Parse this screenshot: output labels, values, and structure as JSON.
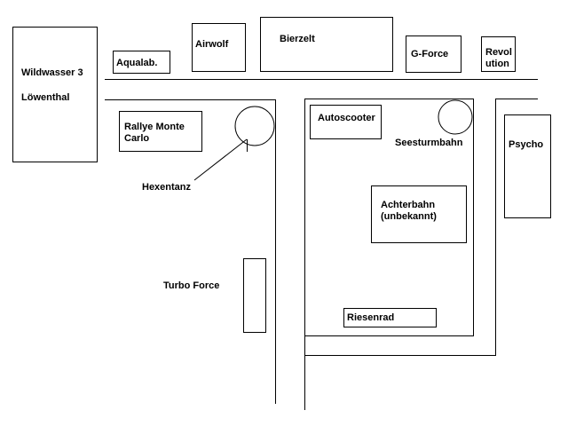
{
  "attractions": {
    "wildwasser": "Wildwasser 3",
    "loewenthal": "Löwenthal",
    "aqualab": "Aqualab.",
    "airwolf": "Airwolf",
    "bierzelt": "Bierzelt",
    "gforce": "G-Force",
    "revolution": "Revolution",
    "rallye": "Rallye Monte Carlo",
    "hexentanz": "Hexentanz",
    "autoscooter": "Autoscooter",
    "seesturmbahn": "Seesturmbahn",
    "psycho": "Psycho",
    "achterbahn": "Achterbahn (unbekannt)",
    "turboforce": "Turbo Force",
    "riesenrad": "Riesenrad"
  },
  "colors": {
    "stroke": "#000000",
    "background": "#ffffff"
  }
}
